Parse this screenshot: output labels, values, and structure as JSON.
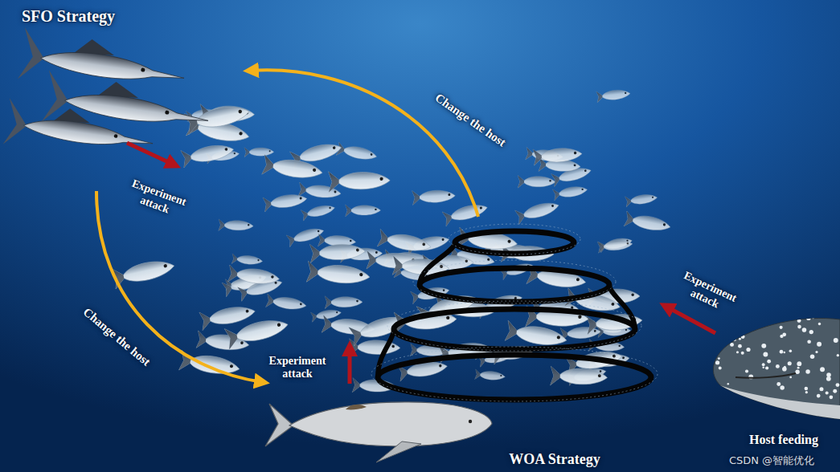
{
  "diagram": {
    "labels": [
      "SFO Strategy",
      "Experiment attack",
      "Change the host",
      "Change the host",
      "Experiment attack",
      "Experiment attack",
      "WOA Strategy",
      "Host feeding",
      "CSDN @智能优化"
    ]
  }
}
